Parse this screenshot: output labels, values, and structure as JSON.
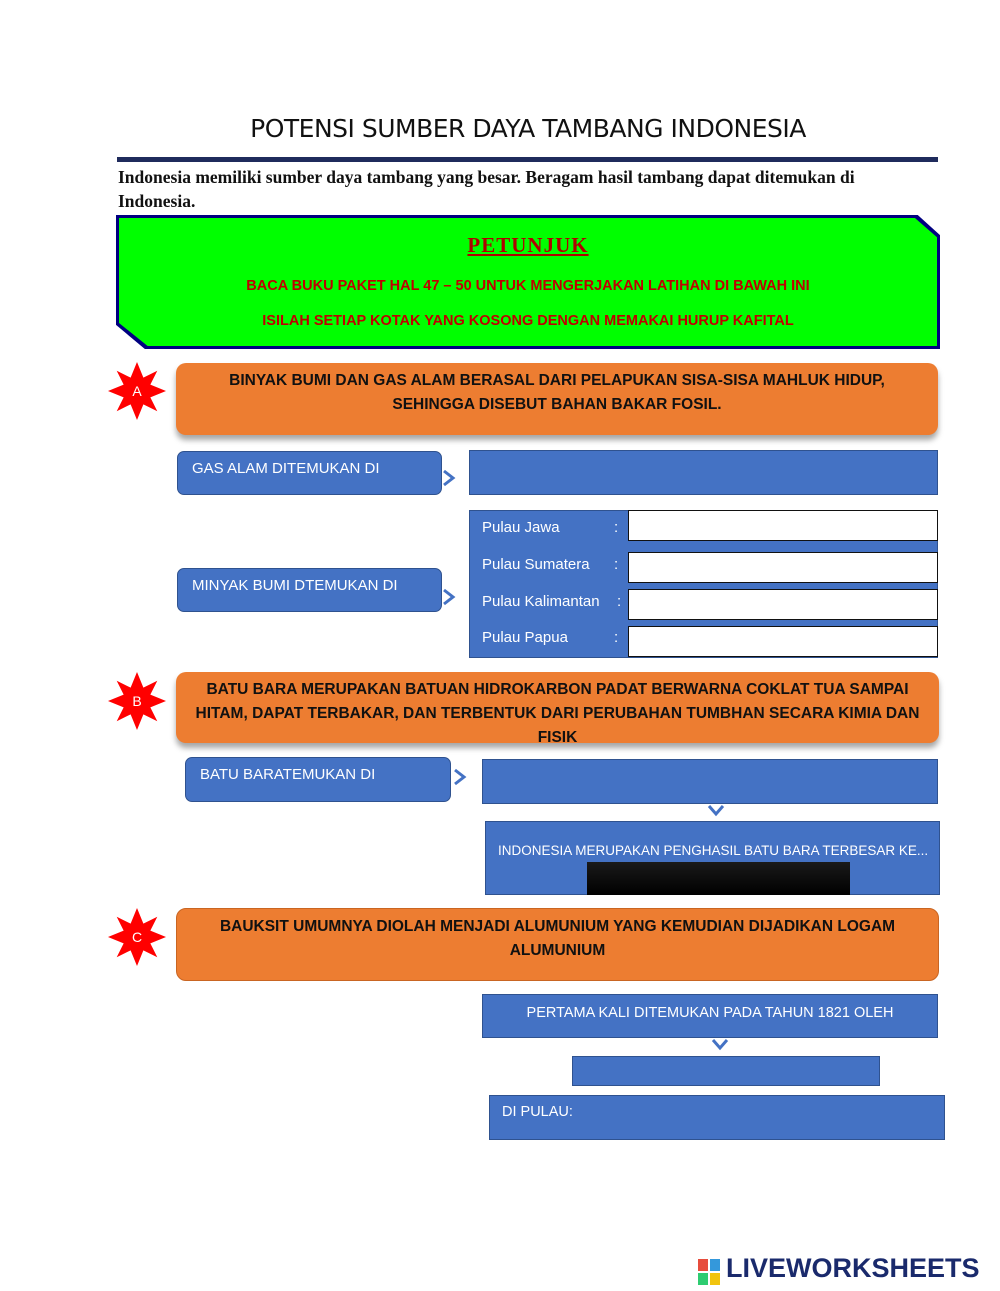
{
  "title": "POTENSI SUMBER DAYA TAMBANG INDONESIA",
  "intro": "Indonesia memiliki sumber daya tambang yang besar. Beragam hasil tambang dapat ditemukan di Indonesia.",
  "petunjuk": {
    "title": "PETUNJUK",
    "line1": "BACA BUKU PAKET HAL 47 – 50 UNTUK MENGERJAKAN LATIHAN DI BAWAH INI",
    "line2": "ISILAH SETIAP KOTAK YANG KOSONG DENGAN MEMAKAI HURUP KAFITAL"
  },
  "section_a": {
    "marker": "A",
    "statement": "BINYAK BUMI DAN GAS ALAM BERASAL DARI PELAPUKAN SISA-SISA MAHLUK HIDUP, SEHINGGA DISEBUT BAHAN BAKAR FOSIL.",
    "gas_label": "GAS ALAM DITEMUKAN DI",
    "oil_label": "MINYAK BUMI DTEMUKAN DI",
    "islands": [
      {
        "name": "Pulau Jawa",
        "sep": ":"
      },
      {
        "name": "Pulau Sumatera",
        "sep": ":"
      },
      {
        "name": "Pulau Kalimantan",
        "sep": ":"
      },
      {
        "name": "Pulau Papua",
        "sep": ":"
      }
    ]
  },
  "section_b": {
    "marker": "B",
    "statement": "BATU BARA MERUPAKAN BATUAN HIDROKARBON PADAT BERWARNA COKLAT TUA SAMPAI HITAM,  DAPAT TERBAKAR, DAN TERBENTUK DARI PERUBAHAN TUMBHAN SECARA KIMIA DAN FISIK",
    "coal_label": "BATU BARATEMUKAN DI",
    "producer_text": "INDONESIA MERUPAKAN PENGHASIL BATU BARA TERBESAR KE..."
  },
  "section_c": {
    "marker": "C",
    "statement": "BAUKSIT UMUMNYA DIOLAH MENJADI ALUMUNIUM YANG KEMUDIAN DIJADIKAN LOGAM ALUMUNIUM",
    "first_found": "PERTAMA KALI DITEMUKAN PADA TAHUN 1821 OLEH",
    "island_label": "DI PULAU:"
  },
  "logo": {
    "text": "LIVEWORKSHEETS"
  },
  "colors": {
    "orange": "#ed7d31",
    "blue": "#4472c4",
    "green": "#00ff00",
    "red": "#ff0000",
    "navy": "#1f2b5c"
  }
}
